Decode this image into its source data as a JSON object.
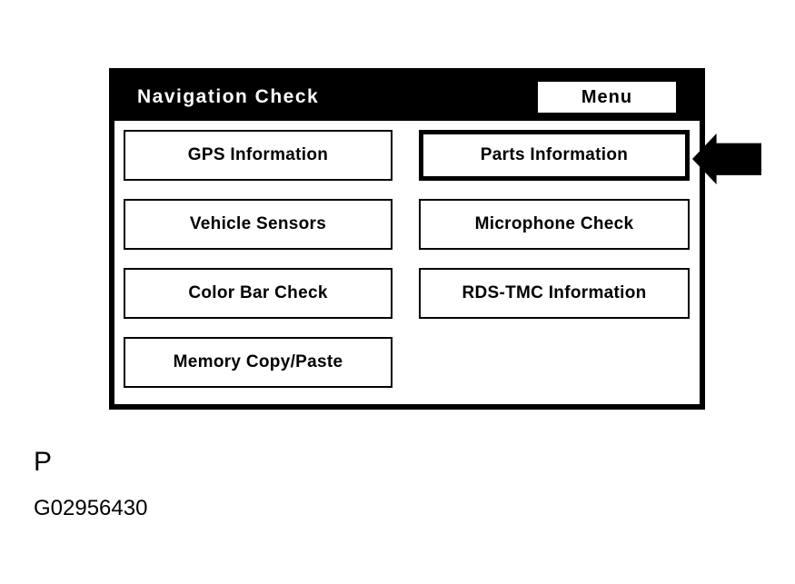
{
  "panel": {
    "title": "Navigation Check",
    "menu_button_label": "Menu",
    "buttons": [
      {
        "label": "GPS Information",
        "highlighted": false
      },
      {
        "label": "Parts Information",
        "highlighted": true
      },
      {
        "label": "Vehicle Sensors",
        "highlighted": false
      },
      {
        "label": "Microphone Check",
        "highlighted": false
      },
      {
        "label": "Color Bar Check",
        "highlighted": false
      },
      {
        "label": "RDS-TMC Information",
        "highlighted": false
      },
      {
        "label": "Memory Copy/Paste",
        "highlighted": false
      }
    ]
  },
  "annotation": {
    "pointer_icon": "left-arrow",
    "points_to": "Parts Information"
  },
  "caption": {
    "letter": "P",
    "figure_id": "G02956430"
  },
  "colors": {
    "background": "#ffffff",
    "foreground": "#000000",
    "titlebar_bg": "#000000",
    "titlebar_text": "#ffffff"
  }
}
